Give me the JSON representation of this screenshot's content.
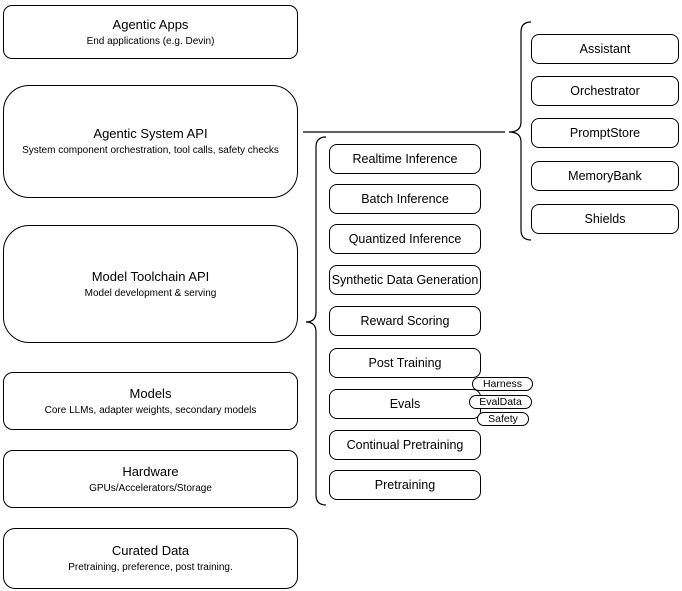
{
  "diagram": {
    "colors": {
      "stroke": "#000000",
      "fill": "#ffffff",
      "text": "#000000"
    },
    "left_column": {
      "boxes": [
        {
          "title": "Agentic Apps",
          "subtitle": "End applications (e.g. Devin)"
        },
        {
          "title": "Agentic System API",
          "subtitle": "System component orchestration, tool calls, safety checks"
        },
        {
          "title": "Model Toolchain API",
          "subtitle": "Model development & serving"
        },
        {
          "title": "Models",
          "subtitle": "Core LLMs, adapter weights, secondary models"
        },
        {
          "title": "Hardware",
          "subtitle": "GPUs/Accelerators/Storage"
        },
        {
          "title": "Curated Data",
          "subtitle": "Pretraining, preference, post training."
        }
      ]
    },
    "toolchain_column": {
      "boxes": [
        {
          "label": "Realtime Inference"
        },
        {
          "label": "Batch Inference"
        },
        {
          "label": "Quantized Inference"
        },
        {
          "label": "Synthetic Data Generation"
        },
        {
          "label": "Reward Scoring"
        },
        {
          "label": "Post Training"
        },
        {
          "label": "Evals"
        },
        {
          "label": "Continual Pretraining"
        },
        {
          "label": "Pretraining"
        }
      ],
      "eval_tags": [
        {
          "label": "Harness"
        },
        {
          "label": "EvalData"
        },
        {
          "label": "Safety"
        }
      ]
    },
    "system_column": {
      "boxes": [
        {
          "label": "Assistant"
        },
        {
          "label": "Orchestrator"
        },
        {
          "label": "PromptStore"
        },
        {
          "label": "MemoryBank"
        },
        {
          "label": "Shields"
        }
      ]
    }
  }
}
